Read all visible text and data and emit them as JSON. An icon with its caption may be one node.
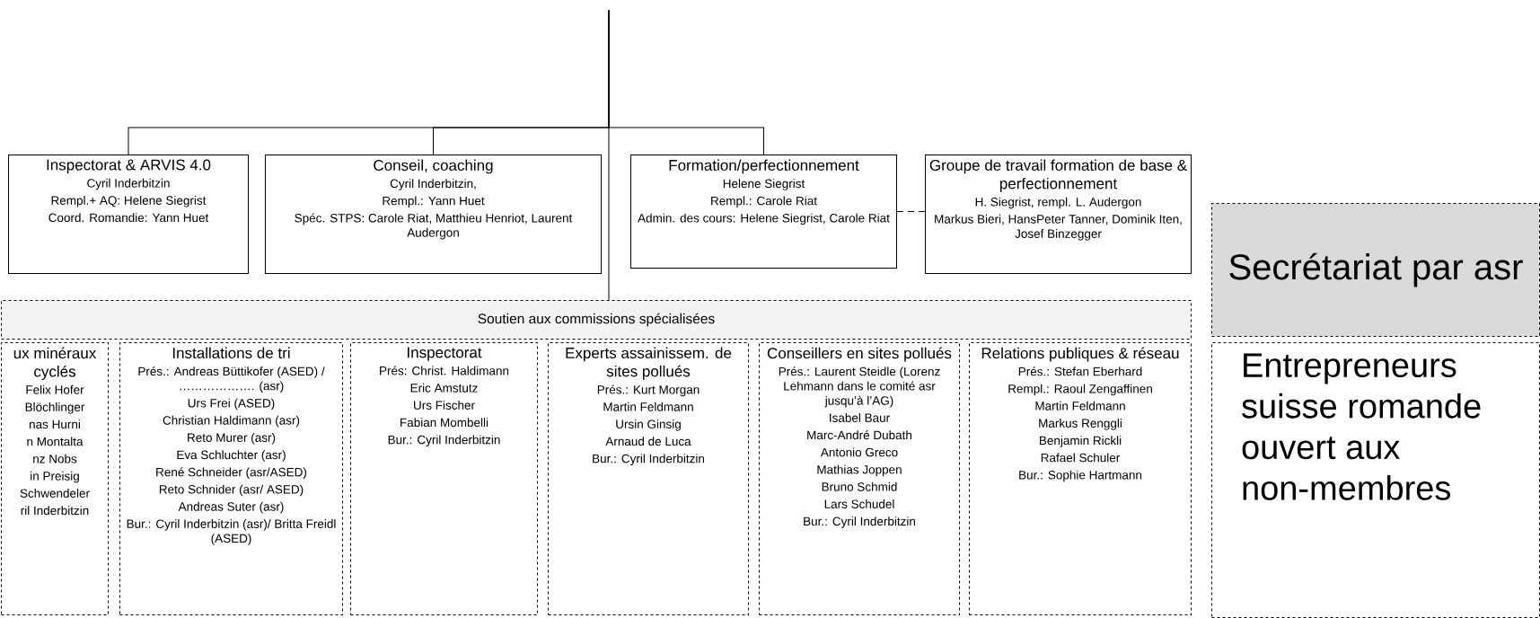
{
  "diagram": {
    "nodes": [
      {
        "text": [
          "Inspectorat & ARVIS 4.0",
          "Cyril Inderbitzin",
          "Rempl.+ AQ: Helene Siegrist",
          "Coord. Romandie: Yann Huet"
        ]
      },
      {
        "text": [
          "Conseil, coaching",
          "Cyril Inderbitzin,",
          "Rempl.: Yann Huet",
          "Spéc. STPS: Carole Riat, Matthieu Henriot, Laurent Audergon"
        ]
      },
      {
        "text": [
          "Formation/perfectionnement",
          "Helene Siegrist",
          "Rempl.: Carole Riat",
          "Admin. des cours: Helene Siegrist, Carole Riat"
        ]
      },
      {
        "text": [
          "Groupe de travail formation de base & perfectionnement",
          "H. Siegrist, rempl. L. Audergon",
          "Markus Bieri, HansPeter Tanner, Dominik Iten, Josef Binzegger"
        ]
      },
      {
        "text": [
          "Secrétariat par asr"
        ]
      },
      {
        "text": [
          "Soutien aux commissions spécialisées"
        ]
      },
      {
        "text": [
          "ux minéraux cyclés",
          "Felix Hofer",
          "Blöchlinger",
          "nas Hurni",
          "n Montalta",
          "nz Nobs",
          "in Preisig",
          "Schwendeler",
          "ril Inderbitzin"
        ]
      },
      {
        "text": [
          "Installations de tri",
          "Prés.: Andreas Büttikofer (ASED) / ………………. (asr)",
          "Urs Frei (ASED)",
          "Christian Haldimann (asr)",
          "Reto Murer (asr)",
          "Eva Schluchter (asr)",
          "René Schneider (asr/ASED)",
          "Reto Schnider (asr/ ASED)",
          "Andreas Suter (asr)",
          "Bur.: Cyril Inderbitzin (asr)/ Britta Freidl (ASED)"
        ]
      },
      {
        "text": [
          "Inspectorat",
          "Prés: Christ. Haldimann",
          "Eric Amstutz",
          "Urs Fischer",
          "Fabian Mombelli",
          "Bur.: Cyril Inderbitzin"
        ]
      },
      {
        "text": [
          "Experts assainissem. de sites pollués",
          "Prés.: Kurt Morgan",
          "Martin Feldmann",
          "Ursin Ginsig",
          "Arnaud de Luca",
          "Bur.: Cyril Inderbitzin"
        ]
      },
      {
        "text": [
          "Conseillers en sites pollués",
          "Prés.: Laurent Steidle (Lorenz Lehmann dans le comité asr jusqu’à l’AG)",
          "Isabel Baur",
          "Marc-André Dubath",
          "Antonio Greco",
          "Mathias Joppen",
          "Bruno Schmid",
          "Lars Schudel",
          "Bur.: Cyril Inderbitzin"
        ]
      },
      {
        "text": [
          "Relations publiques & réseau",
          "Prés.: Stefan Eberhard",
          "Rempl.: Raoul Zengaffinen",
          "Martin Feldmann",
          "Markus Renggli",
          "Benjamin Rickli",
          "Rafael Schuler",
          "Bur.: Sophie Hartmann"
        ]
      },
      {
        "text": [
          "Entrepreneurs suisse romande ouvert aux non-membres"
        ]
      }
    ],
    "edges": [
      {
        "from": null,
        "to": 0,
        "arrow": "none"
      },
      {
        "from": null,
        "to": 1,
        "arrow": "none"
      },
      {
        "from": null,
        "to": 2,
        "arrow": "none"
      },
      {
        "from": null,
        "to": 5,
        "arrow": "none"
      },
      {
        "from": 2,
        "to": 3,
        "arrow": "none",
        "style": "dashed"
      }
    ]
  }
}
